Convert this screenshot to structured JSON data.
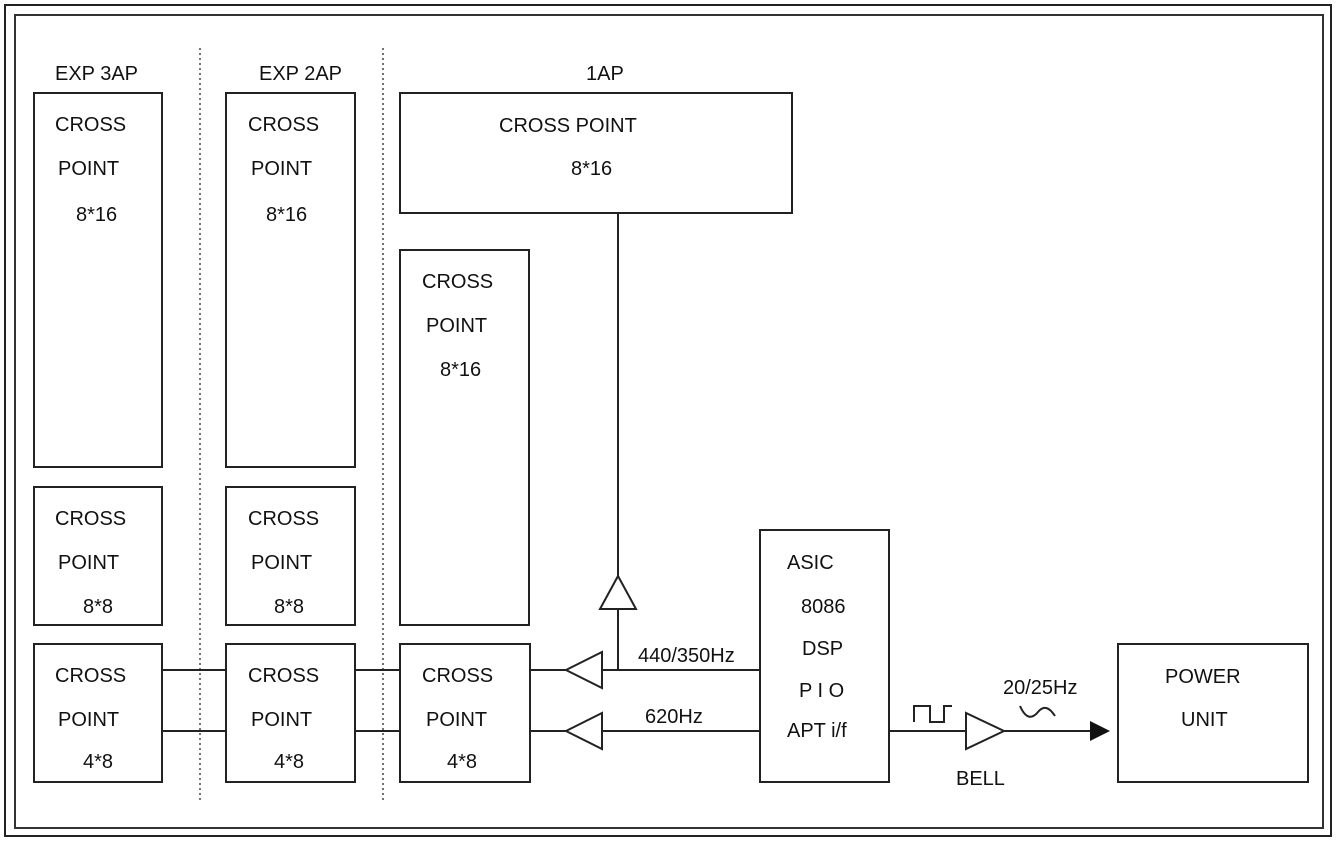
{
  "columns": {
    "exp3": "EXP 3AP",
    "exp2": "EXP 2AP",
    "ap1": "1AP"
  },
  "exp3": {
    "cp816": [
      "CROSS",
      "POINT",
      "8*16"
    ],
    "cp88": [
      "CROSS",
      "POINT",
      "8*8"
    ],
    "cp48": [
      "CROSS",
      "POINT",
      "4*8"
    ]
  },
  "exp2": {
    "cp816": [
      "CROSS",
      "POINT",
      "8*16"
    ],
    "cp88": [
      "CROSS",
      "POINT",
      "8*8"
    ],
    "cp48": [
      "CROSS",
      "POINT",
      "4*8"
    ]
  },
  "ap1": {
    "top": [
      "CROSS POINT",
      "8*16"
    ],
    "mid": [
      "CROSS",
      "POINT",
      "8*16"
    ],
    "cp48": [
      "CROSS",
      "POINT",
      "4*8"
    ]
  },
  "asic": [
    "ASIC",
    "8086",
    "DSP",
    "P I O",
    "APT i/f"
  ],
  "power": [
    "POWER",
    "UNIT"
  ],
  "signals": {
    "tone1": "440/350Hz",
    "tone2": "620Hz",
    "ring": "20/25Hz",
    "bell": "BELL"
  }
}
